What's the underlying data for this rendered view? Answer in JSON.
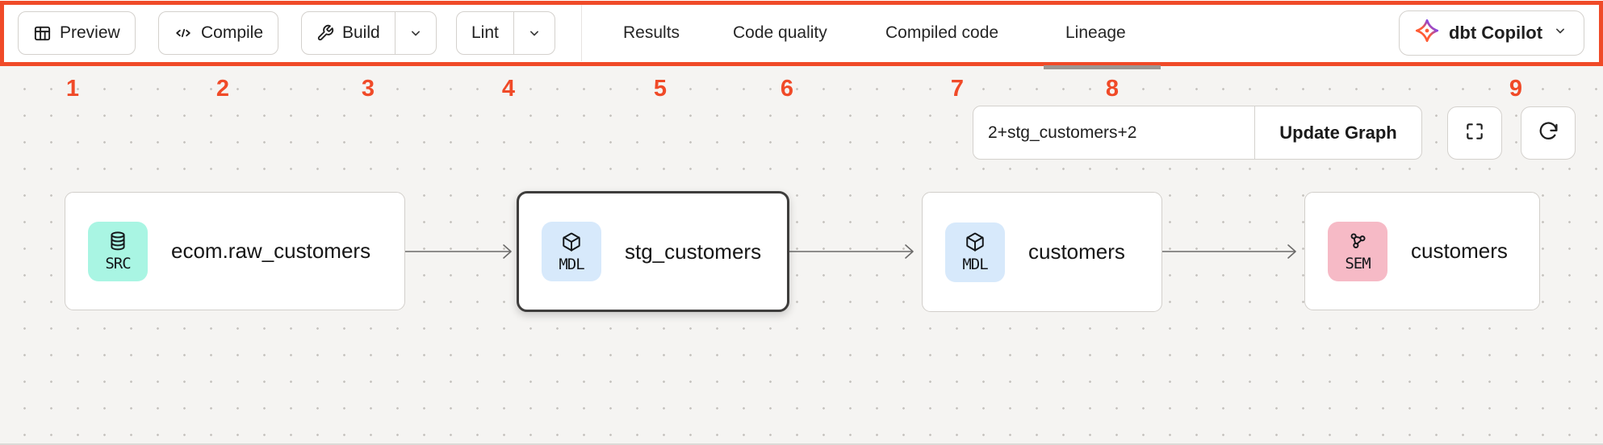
{
  "toolbar": {
    "preview_label": "Preview",
    "compile_label": "Compile",
    "build_label": "Build",
    "lint_label": "Lint",
    "tabs": [
      {
        "label": "Results"
      },
      {
        "label": "Code quality"
      },
      {
        "label": "Compiled code"
      },
      {
        "label": "Lineage"
      }
    ],
    "active_tab": "Lineage",
    "copilot_label": "dbt Copilot"
  },
  "annotations": {
    "highlight_color": "#F04A28",
    "numbers": [
      "1",
      "2",
      "3",
      "4",
      "5",
      "6",
      "7",
      "8",
      "9"
    ]
  },
  "lineage": {
    "selector_value": "2+stg_customers+2",
    "update_button_label": "Update Graph",
    "nodes": [
      {
        "badge": "SRC",
        "label": "ecom.raw_customers",
        "type": "source",
        "badge_color": "#A9F5E3",
        "selected": false
      },
      {
        "badge": "MDL",
        "label": "stg_customers",
        "type": "model",
        "badge_color": "#D7E9FB",
        "selected": true
      },
      {
        "badge": "MDL",
        "label": "customers",
        "type": "model",
        "badge_color": "#D7E9FB",
        "selected": false
      },
      {
        "badge": "SEM",
        "label": "customers",
        "type": "semantic_model",
        "badge_color": "#F6BAC6",
        "selected": false
      }
    ]
  }
}
